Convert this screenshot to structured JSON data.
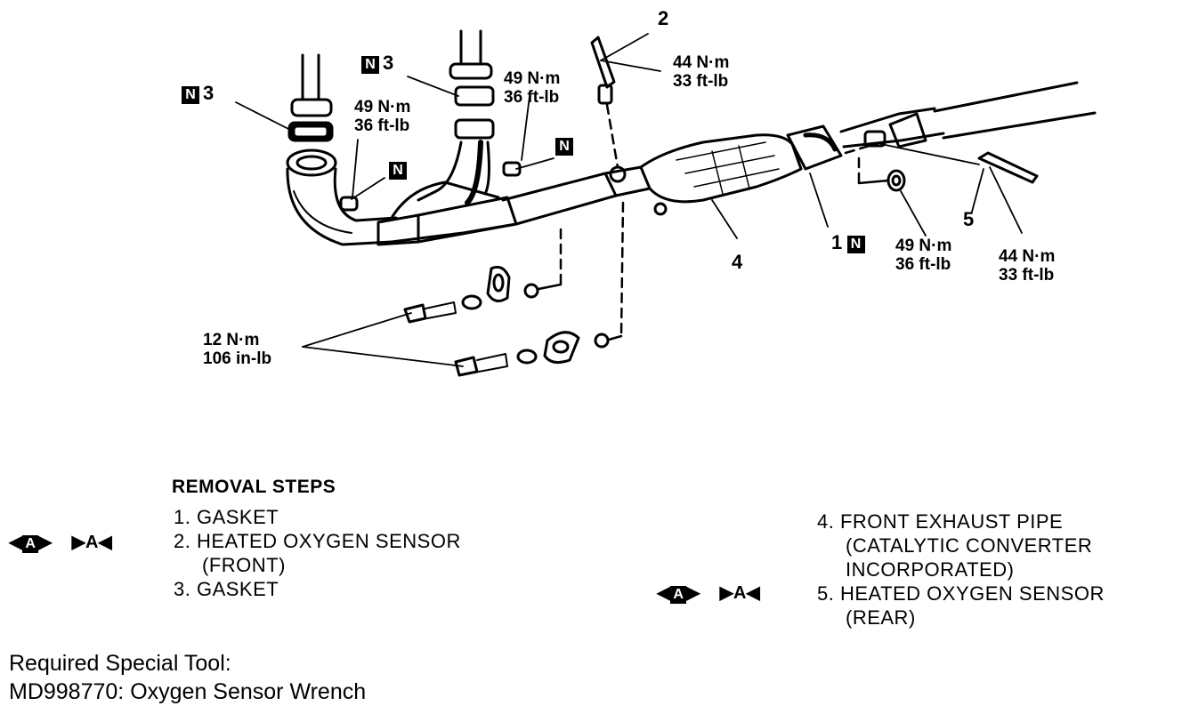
{
  "callouts": {
    "n_badge": "N",
    "num_1": "1",
    "num_2": "2",
    "num_3": "3",
    "num_4": "4",
    "num_5": "5"
  },
  "torque": {
    "flange_left": [
      "49 N·m",
      "36 ft-lb"
    ],
    "flange_mid": [
      "49 N·m",
      "36 ft-lb"
    ],
    "sensor_front": [
      "44 N·m",
      "33 ft-lb"
    ],
    "flange_rear": [
      "49 N·m",
      "36 ft-lb"
    ],
    "sensor_rear": [
      "44 N·m",
      "33 ft-lb"
    ],
    "bolts": [
      "12 N·m",
      "106 in-lb"
    ]
  },
  "removal": {
    "title": "REMOVAL STEPS",
    "steps_left": [
      "1. GASKET",
      "2. HEATED OXYGEN SENSOR",
      "(FRONT)",
      "3. GASKET"
    ],
    "steps_right": [
      "4. FRONT EXHAUST PIPE",
      "(CATALYTIC CONVERTER",
      "INCORPORATED)",
      "5. HEATED OXYGEN SENSOR",
      "(REAR)"
    ],
    "symbol_a": "A"
  },
  "special_tool": {
    "line1": "Required Special Tool:",
    "line2": "MD998770: Oxygen Sensor Wrench"
  },
  "icons": [
    "n-badge-icon",
    "removal-arrow-icon",
    "installation-arrow-icon"
  ]
}
